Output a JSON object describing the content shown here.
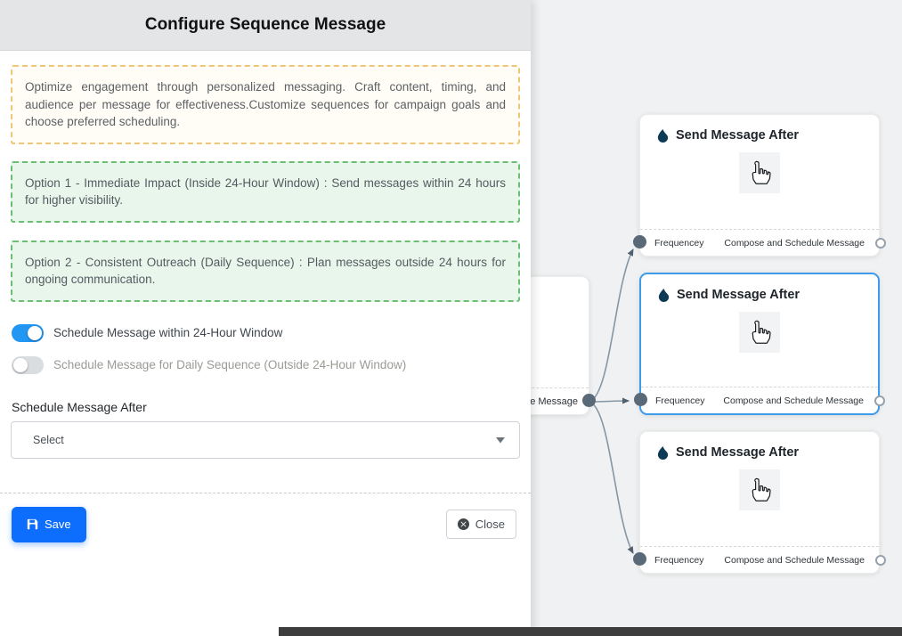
{
  "modal": {
    "title": "Configure Sequence Message",
    "description": "Optimize engagement through personalized messaging. Craft content, timing, and audience per message for effectiveness.Customize sequences for campaign goals and choose preferred scheduling.",
    "option1": "Option 1 - Immediate Impact (Inside 24-Hour Window) : Send messages within 24 hours for higher visibility.",
    "option2": "Option 2 - Consistent Outreach (Daily Sequence) : Plan messages outside 24 hours for ongoing communication.",
    "toggles": {
      "within24": {
        "label": "Schedule Message within 24-Hour Window",
        "state": "on"
      },
      "daily": {
        "label": "Schedule Message for Daily Sequence (Outside 24-Hour Window)",
        "state": "off"
      }
    },
    "schedule_after": {
      "label": "Schedule Message After",
      "selected_value": "Select"
    },
    "actions": {
      "save": "Save",
      "close": "Close"
    }
  },
  "canvas": {
    "source_node": {
      "footer_label": "ce Message"
    },
    "nodes": [
      {
        "title": "Send Message After",
        "footer_left": "Frequencey",
        "footer_right": "Compose and Schedule Message",
        "selected": false
      },
      {
        "title": "Send Message After",
        "footer_left": "Frequencey",
        "footer_right": "Compose and Schedule Message",
        "selected": true
      },
      {
        "title": "Send Message After",
        "footer_left": "Frequencey",
        "footer_right": "Compose and Schedule Message",
        "selected": false
      }
    ],
    "icons": {
      "node_title_icon": "droplet-icon",
      "node_body_icon": "hand-pointer-icon"
    }
  },
  "colors": {
    "primary_button": "#0d6efd",
    "toggle_on": "#2196f3",
    "selected_node_border": "#3d9be9",
    "alert_yellow_border": "#f0c575",
    "alert_yellow_bg": "#fffdf5",
    "alert_green_border": "#6abf71",
    "alert_green_bg": "#e9f6ec",
    "edge_line": "#8696a6",
    "port_in": "#5a6977"
  }
}
